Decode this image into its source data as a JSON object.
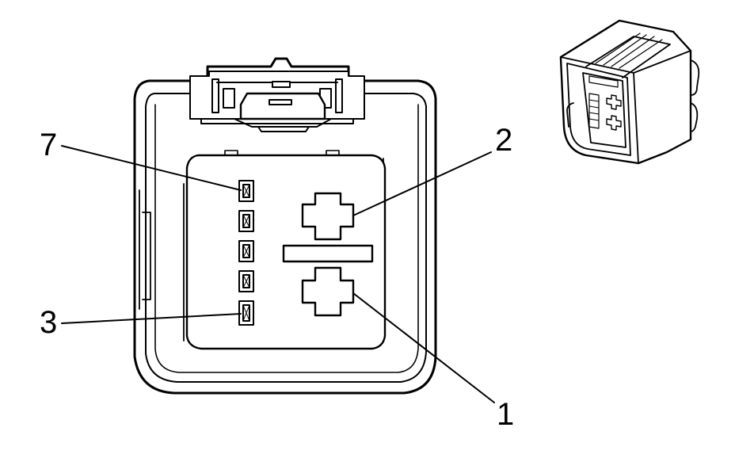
{
  "diagram": {
    "callouts": [
      {
        "id": "pin-7",
        "label": "7"
      },
      {
        "id": "pin-2",
        "label": "2"
      },
      {
        "id": "pin-3",
        "label": "3"
      },
      {
        "id": "pin-1",
        "label": "1"
      }
    ]
  },
  "colors": {
    "ink": "#000000",
    "housing_fill": "#ffffff"
  }
}
